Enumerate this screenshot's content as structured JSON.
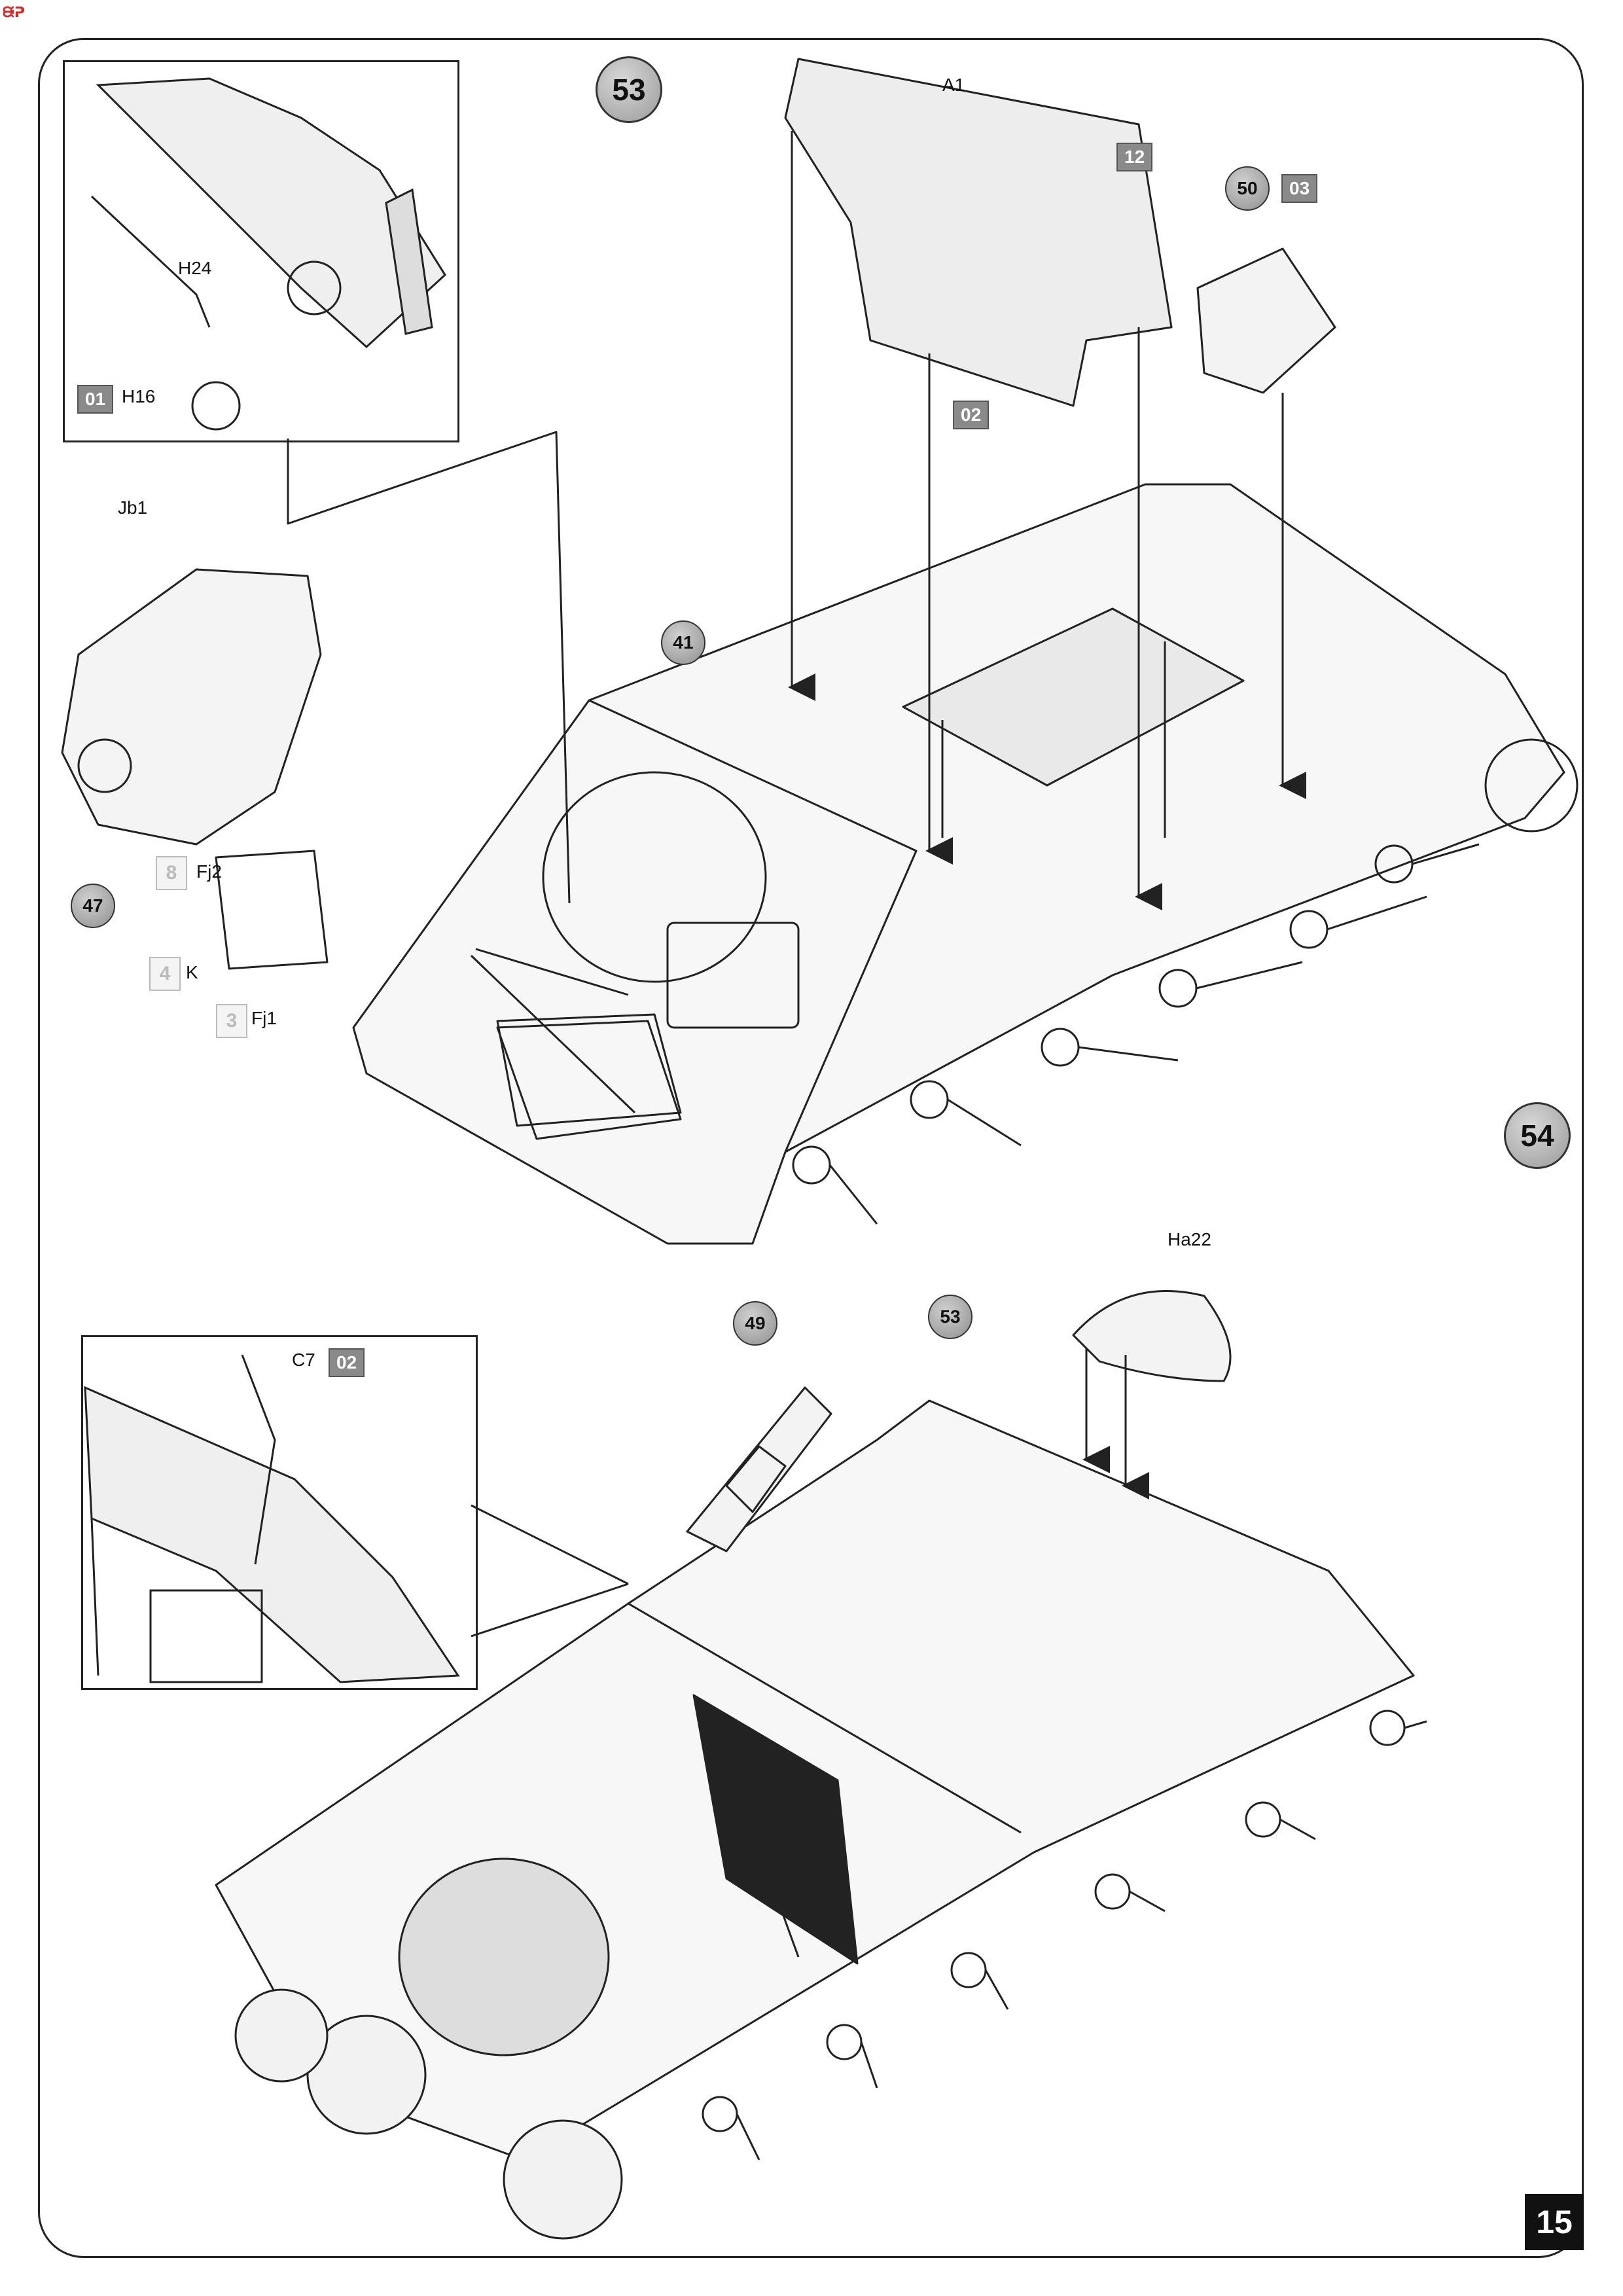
{
  "page": {
    "number": "15"
  },
  "logo": {
    "text": "ᙠᕈ",
    "color_a": "#d22",
    "color_b": "#2255cc"
  },
  "steps": [
    {
      "id": "step-53",
      "number": "53"
    },
    {
      "id": "step-54",
      "number": "54"
    }
  ],
  "step53": {
    "parts": {
      "p41": "41",
      "p47": "47",
      "p50": "50"
    },
    "sprues": {
      "s01": "01",
      "s02": "02",
      "s12": "12",
      "s03": "03"
    },
    "pe": {
      "pe8": "8",
      "pe4": "4",
      "pe3": "3"
    },
    "labels": {
      "h24": "H24",
      "h16": "H16",
      "jb1": "Jb1",
      "a1": "A1",
      "fj2": "Fj2",
      "k": "K",
      "fj1": "Fj1"
    }
  },
  "step54": {
    "parts": {
      "p49": "49",
      "p53": "53"
    },
    "sprues": {
      "s02": "02"
    },
    "labels": {
      "ha22": "Ha22",
      "c7": "C7"
    }
  }
}
